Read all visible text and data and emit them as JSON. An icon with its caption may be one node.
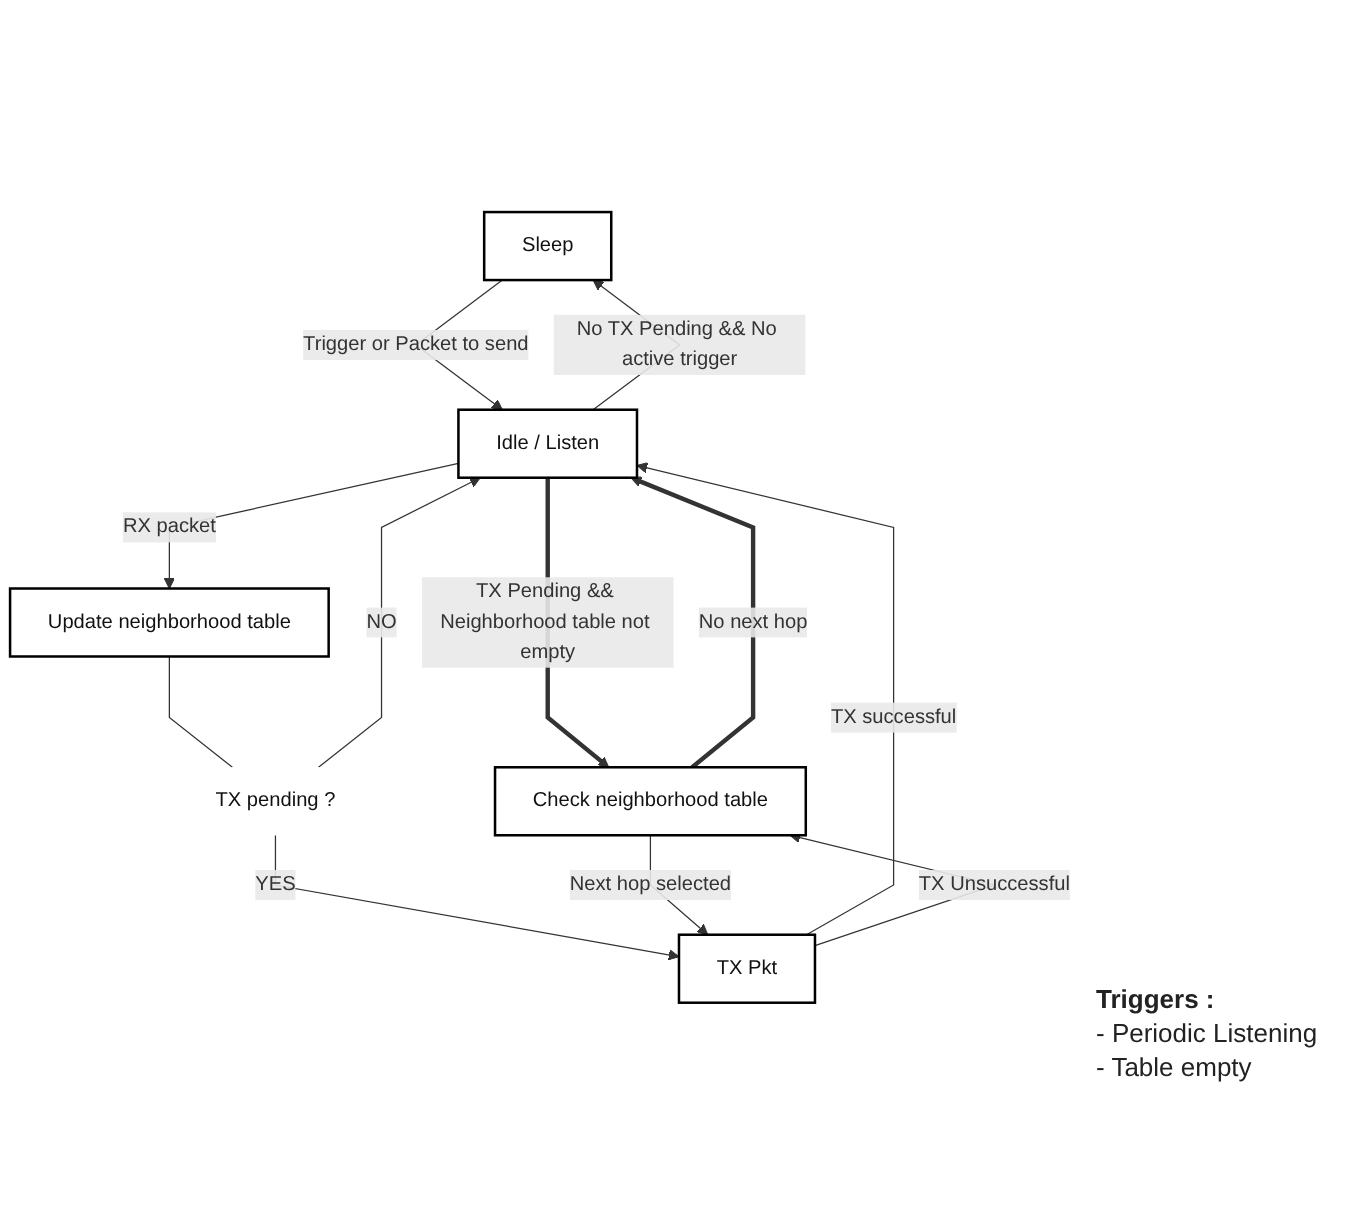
{
  "diagram": {
    "nodes": [
      {
        "text": [
          "Sleep"
        ]
      },
      {
        "text": [
          "Check neighborhood table"
        ]
      },
      {
        "text": [
          "Idle / Listen"
        ]
      },
      {
        "text": [
          "Update neighborhood table"
        ]
      },
      {
        "text": [
          "TX pending ?"
        ]
      },
      {
        "text": [
          "TX Pkt"
        ]
      }
    ],
    "edges": [
      {
        "from": 0,
        "to": 2,
        "label": "Trigger or Packet to send",
        "arrow": "to"
      },
      {
        "from": 2,
        "to": 0,
        "label": "No TX Pending && No active trigger",
        "arrow": "to"
      },
      {
        "from": 1,
        "to": 2,
        "label": "No next hop",
        "arrow": "to",
        "style": "thick"
      },
      {
        "from": 2,
        "to": 1,
        "label": "TX Pending && Neighborhood table not empty",
        "arrow": "to",
        "style": "thick"
      },
      {
        "from": 2,
        "to": 3,
        "label": "RX packet",
        "arrow": "to"
      },
      {
        "from": 3,
        "to": 4,
        "arrow": "none"
      },
      {
        "from": 4,
        "to": 2,
        "label": "NO",
        "arrow": "to"
      },
      {
        "from": 4,
        "to": 5,
        "label": "YES",
        "arrow": "to"
      },
      {
        "from": 5,
        "to": 2,
        "label": "TX successful",
        "arrow": "to"
      },
      {
        "from": 1,
        "to": 5,
        "label": "Next hop selected",
        "arrow": "to"
      },
      {
        "from": 5,
        "to": 1,
        "label": "TX Unsuccessful",
        "arrow": "to"
      }
    ],
    "labels": [
      "Triggers :",
      "- Periodic Listening",
      "- Table empty"
    ]
  }
}
